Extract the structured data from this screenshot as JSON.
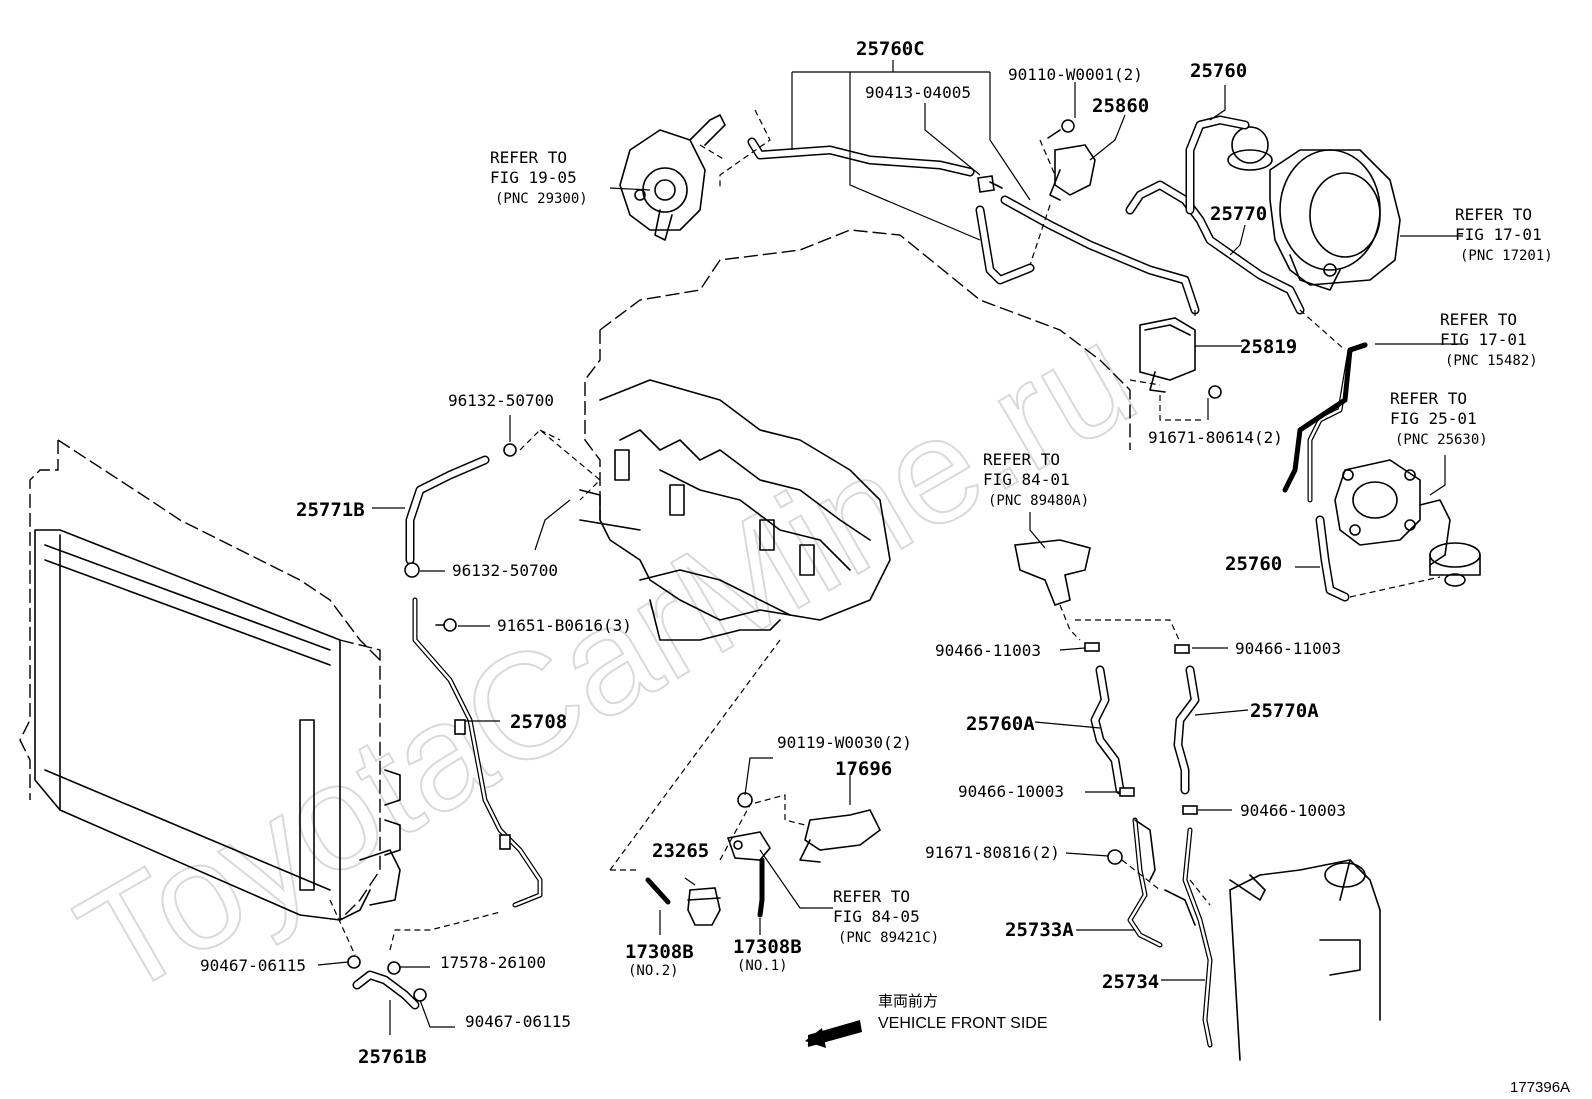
{
  "watermark": "ToyotaCarMine.ru",
  "figure_id": "177396A",
  "direction": {
    "jp": "車両前方",
    "en": "VEHICLE FRONT SIDE"
  },
  "refs": {
    "fig19": {
      "l1": "REFER TO",
      "l2": "FIG 19-05",
      "l3": "(PNC 29300)"
    },
    "fig17a": {
      "l1": "REFER TO",
      "l2": "FIG 17-01",
      "l3": "(PNC 17201)"
    },
    "fig17b": {
      "l1": "REFER TO",
      "l2": "FIG 17-01",
      "l3": "(PNC 15482)"
    },
    "fig25": {
      "l1": "REFER TO",
      "l2": "FIG 25-01",
      "l3": "(PNC 25630)"
    },
    "fig84a": {
      "l1": "REFER TO",
      "l2": "FIG 84-01",
      "l3": "(PNC 89480A)"
    },
    "fig84b": {
      "l1": "REFER TO",
      "l2": "FIG 84-05",
      "l3": "(PNC 89421C)"
    }
  },
  "parts": {
    "p25760C": "25760C",
    "p90413": "90413-04005",
    "p90110": "90110-W0001(2)",
    "p25860": "25860",
    "p25760_top": "25760",
    "p25770": "25770",
    "p25819": "25819",
    "p91671_80614": "91671-80614(2)",
    "p25760_right": "25760",
    "p96132_a": "96132-50700",
    "p25771B": "25771B",
    "p96132_b": "96132-50700",
    "p91651": "91651-B0616(3)",
    "p25708": "25708",
    "p90466_11003_a": "90466-11003",
    "p90466_11003_b": "90466-11003",
    "p25760A": "25760A",
    "p25770A": "25770A",
    "p90466_10003_a": "90466-10003",
    "p90466_10003_b": "90466-10003",
    "p91671_80816": "91671-80816(2)",
    "p25733A": "25733A",
    "p25734": "25734",
    "p90119": "90119-W0030(2)",
    "p17696": "17696",
    "p23265": "23265",
    "p17308B_2": "17308B",
    "p17308B_2_sub": "(NO.2)",
    "p17308B_1": "17308B",
    "p17308B_1_sub": "(NO.1)",
    "p90467_a": "90467-06115",
    "p17578": "17578-26100",
    "p90467_b": "90467-06115",
    "p25761B": "25761B"
  }
}
